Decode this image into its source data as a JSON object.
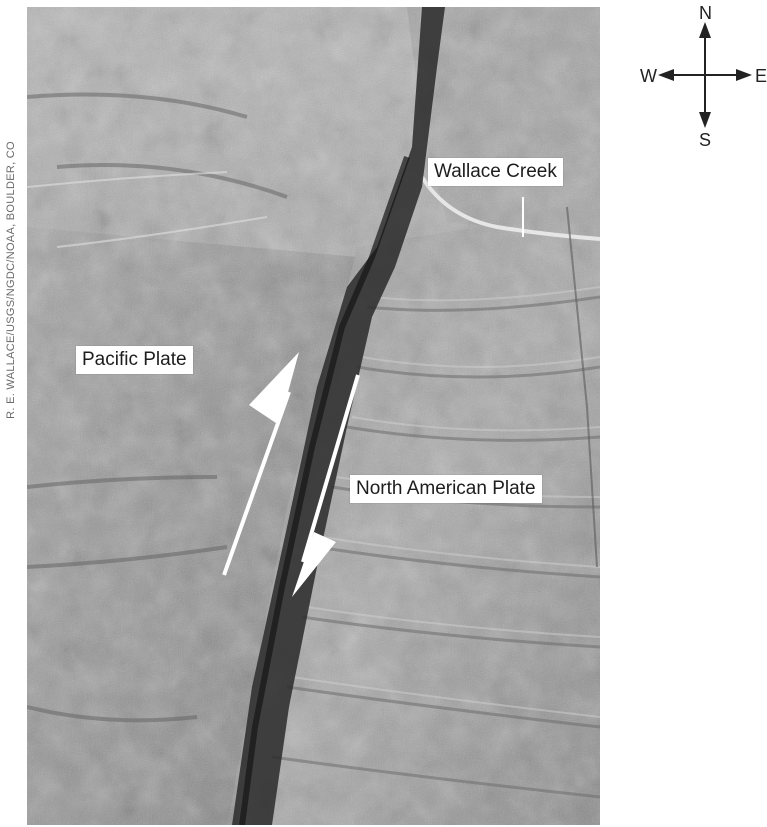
{
  "photo_credit": "R. E. WALLACE/USGS/NGDC/NOAA, BOULDER, CO",
  "labels": {
    "wallace_creek": "Wallace Creek",
    "pacific_plate": "Pacific Plate",
    "north_american_plate": "North American Plate"
  },
  "compass": {
    "north": "N",
    "south": "S",
    "east": "E",
    "west": "W"
  },
  "colors": {
    "photo_base": "#8a8a8a",
    "fault_trench": "#2a2a2a",
    "arrow": "#ffffff",
    "label_background": "#ffffff"
  }
}
